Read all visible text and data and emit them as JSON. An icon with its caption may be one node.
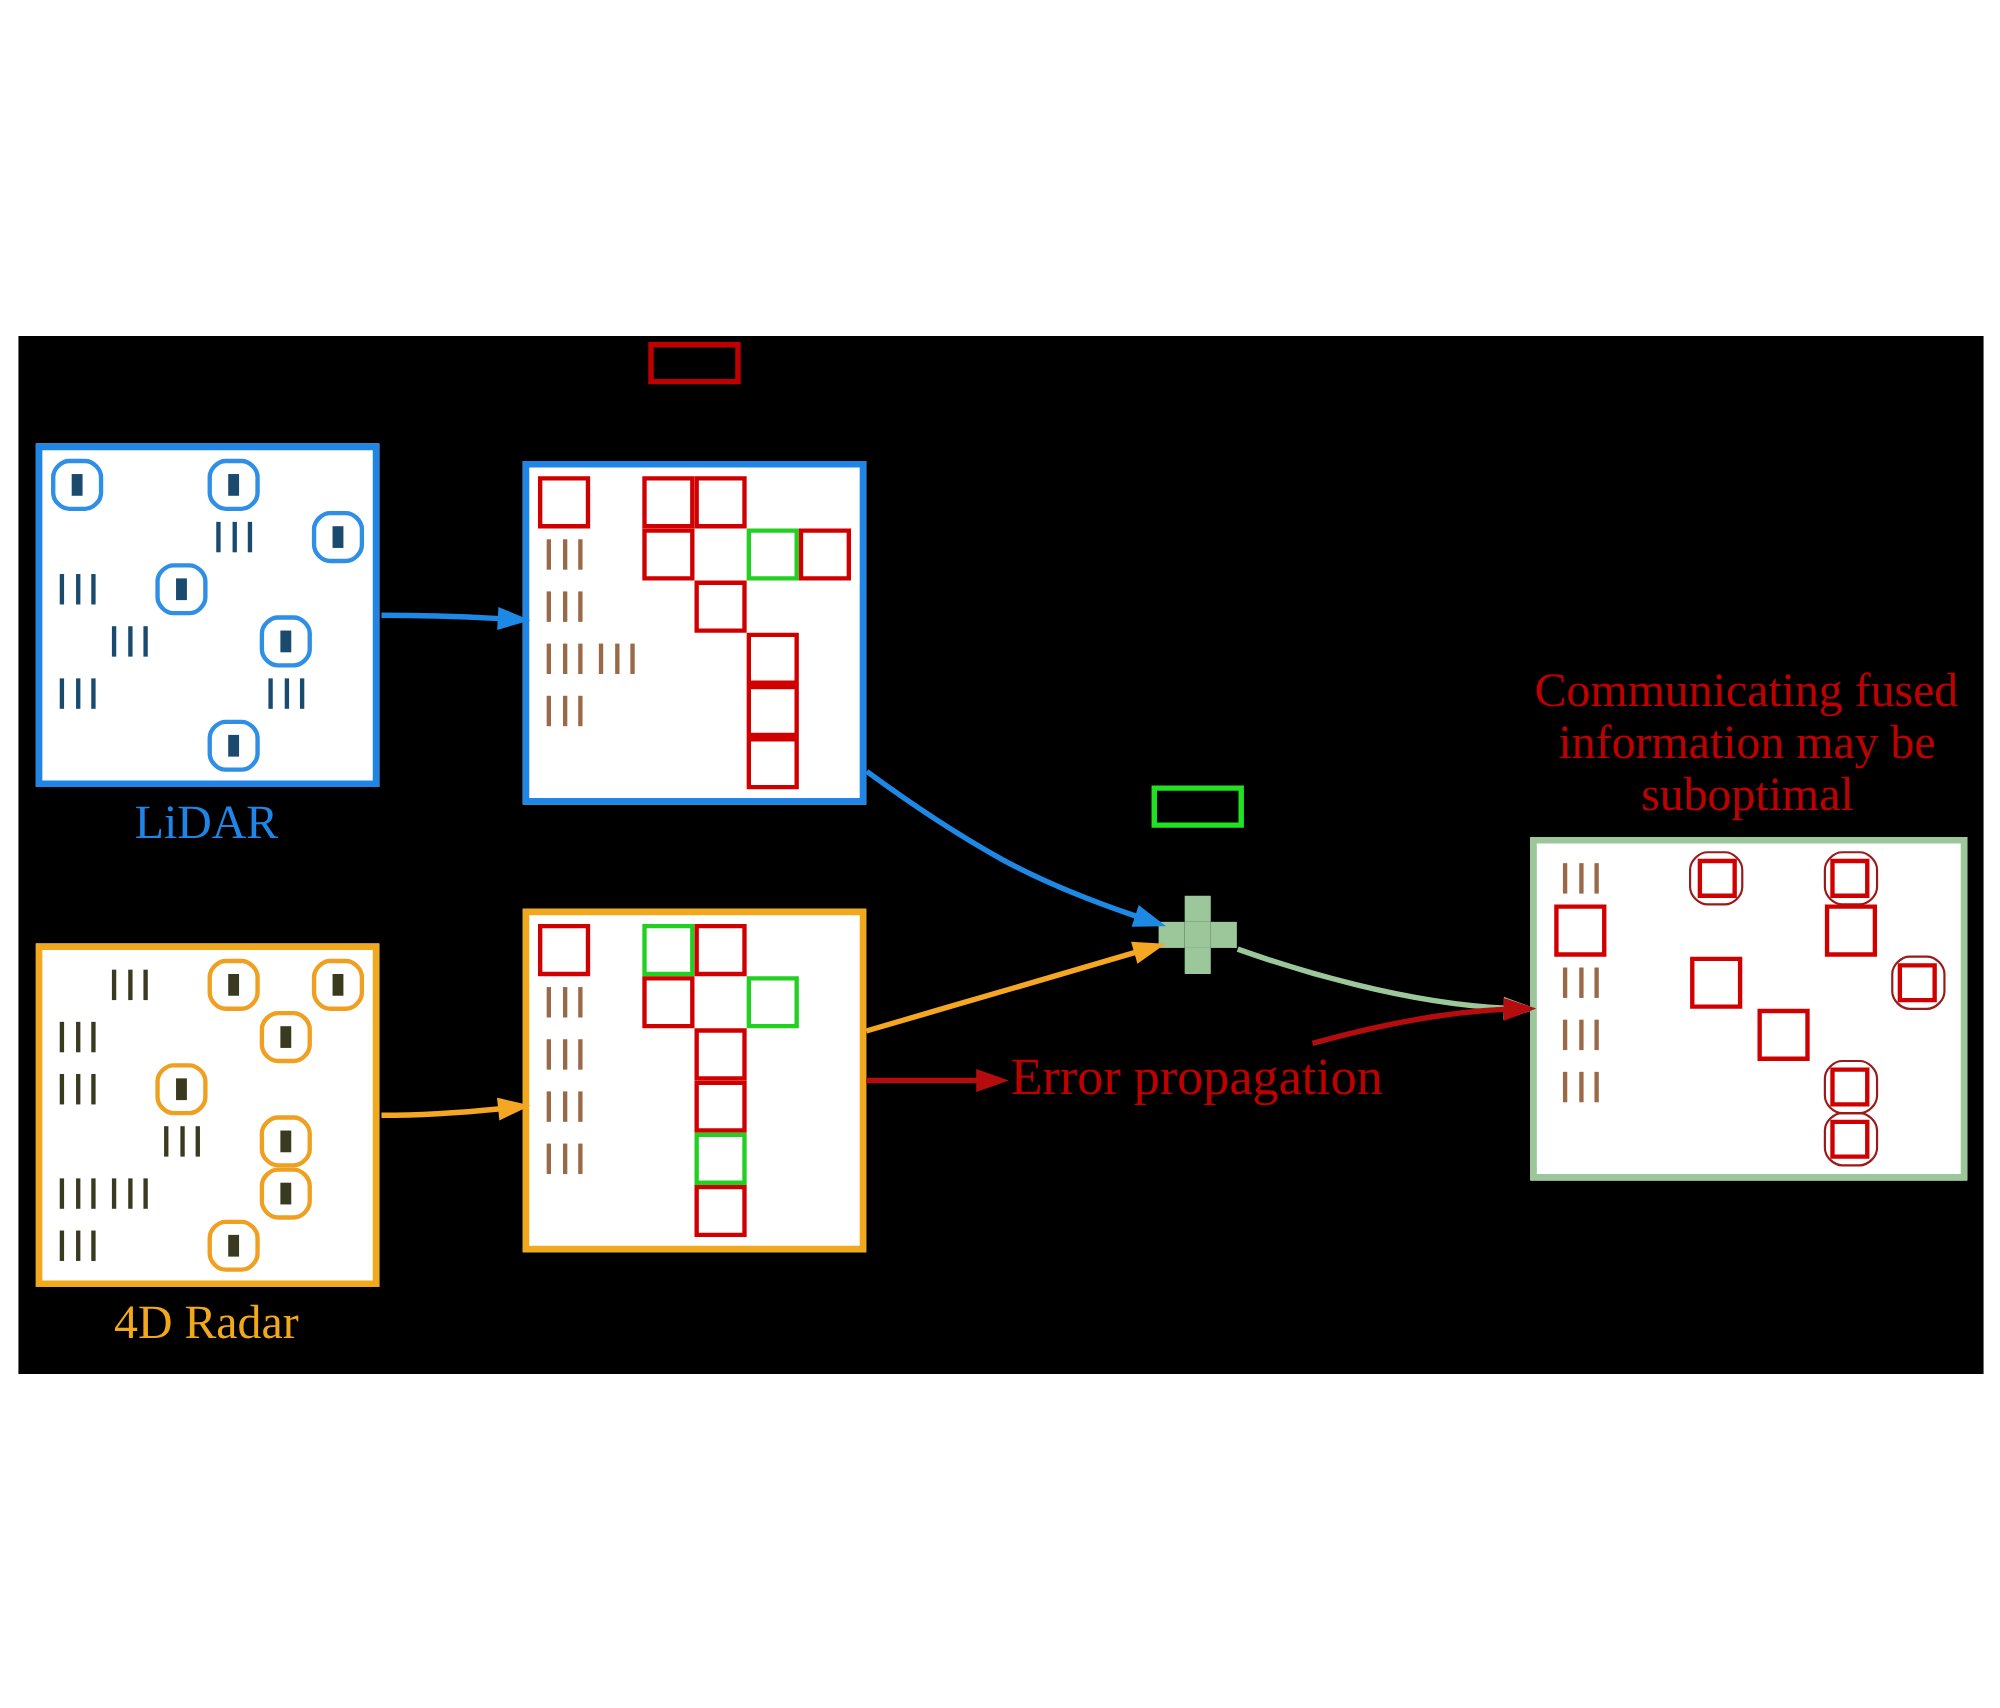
{
  "diagram": {
    "nodes": [
      {
        "text": [],
        "shape": "picture",
        "beside": [
          "LiDAR"
        ]
      },
      {
        "text": [],
        "shape": "picture"
      },
      {
        "text": [],
        "shape": "picture",
        "beside": [
          "4D Radar"
        ]
      },
      {
        "text": [],
        "shape": "picture"
      },
      {
        "text": [],
        "shape": "plus"
      },
      {
        "text": [],
        "shape": "picture",
        "beside": [
          "Communicating fused information may be suboptimal"
        ]
      },
      {
        "text": [
          "Error propagation"
        ]
      },
      {
        "text": [],
        "shape": "box"
      },
      {
        "text": [],
        "shape": "box"
      }
    ],
    "edges": [
      {
        "from": 0,
        "to": 1,
        "arrow": "to",
        "color": "#1e88e5"
      },
      {
        "from": 2,
        "to": 3,
        "arrow": "to",
        "color": "#f5a623"
      },
      {
        "from": 1,
        "to": 4,
        "arrow": "to",
        "color": "#1e88e5"
      },
      {
        "from": 3,
        "to": 4,
        "arrow": "to",
        "color": "#f5a623"
      },
      {
        "from": 4,
        "to": 5,
        "arrow": "to",
        "color": "#9cc79a"
      },
      {
        "from": 3,
        "to": 6,
        "arrow": "to",
        "color": "#b50d0d"
      },
      {
        "from": 6,
        "to": 5,
        "arrow": "to",
        "color": "#b50d0d"
      }
    ]
  }
}
